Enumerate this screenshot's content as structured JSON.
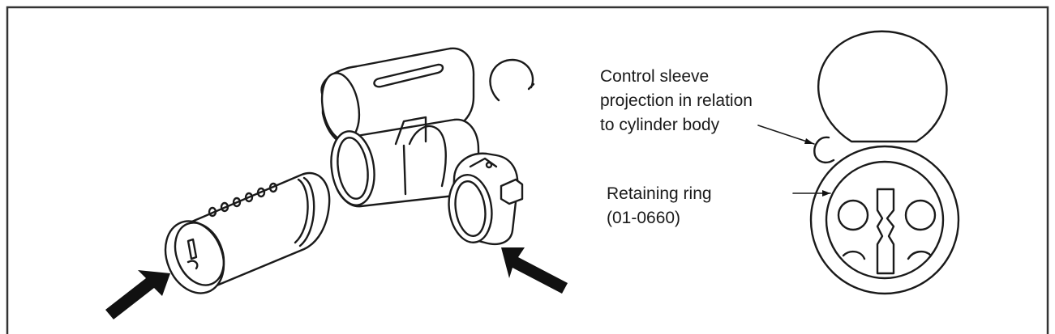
{
  "callouts": {
    "control_sleeve": {
      "lines": [
        "Control sleeve",
        "projection in relation",
        "to cylinder body"
      ]
    },
    "retaining_ring": {
      "lines": [
        "Retaining ring",
        "(01-0660)"
      ]
    }
  },
  "colors": {
    "line": "#1a1a1a",
    "frame": "#333333",
    "background": "#ffffff"
  },
  "icons": [
    "arrow-icon"
  ]
}
